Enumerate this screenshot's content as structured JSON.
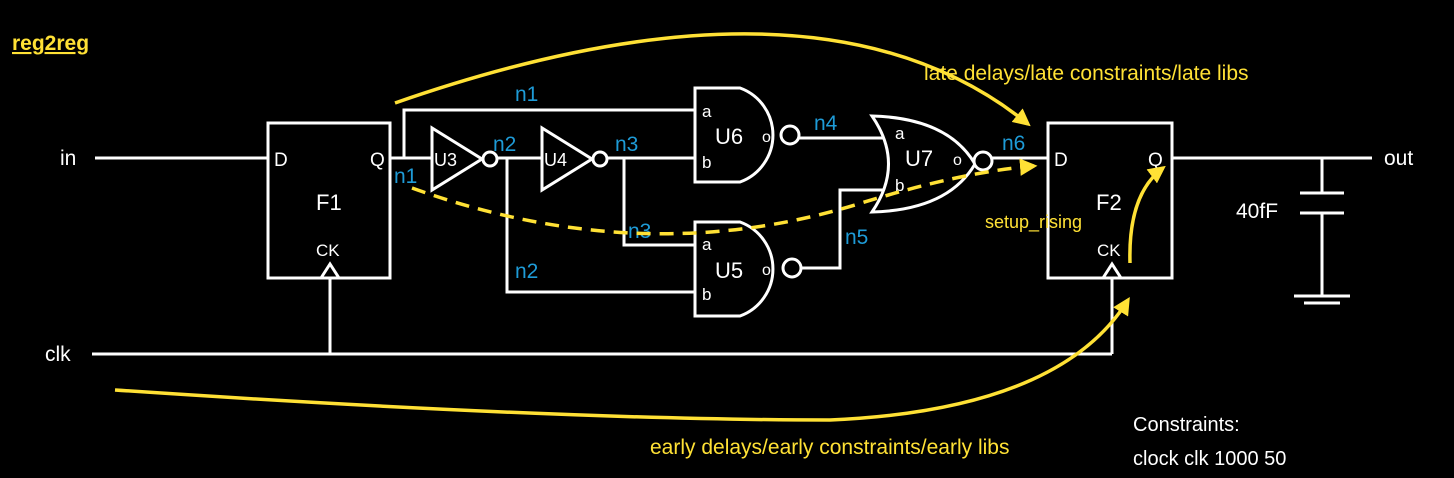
{
  "title": "reg2reg",
  "ports": {
    "in": "in",
    "clk": "clk",
    "out": "out"
  },
  "flops": [
    {
      "name": "F1",
      "d": "D",
      "q": "Q",
      "ck": "CK"
    },
    {
      "name": "F2",
      "d": "D",
      "q": "Q",
      "ck": "CK"
    }
  ],
  "gates": {
    "u3": "U3",
    "u4": "U4",
    "u5": {
      "name": "U5",
      "a": "a",
      "b": "b",
      "o": "o"
    },
    "u6": {
      "name": "U6",
      "a": "a",
      "b": "b",
      "o": "o"
    },
    "u7": {
      "name": "U7",
      "a": "a",
      "b": "b",
      "o": "o"
    }
  },
  "nets": {
    "n1_top": "n1",
    "n1_q": "n1",
    "n2_u3": "n2",
    "n2_bottom": "n2",
    "n3_u4": "n3",
    "n3_lower": "n3",
    "n4": "n4",
    "n5": "n5",
    "n6": "n6"
  },
  "capacitor": "40fF",
  "annotations": {
    "late": "late delays/late constraints/late libs",
    "early": "early delays/early constraints/early libs",
    "setup": "setup_rising"
  },
  "constraints": {
    "heading": "Constraints:",
    "line": "clock clk 1000 50"
  },
  "colors": {
    "wire": "#ffffff",
    "net_label": "#1e9bd7",
    "annotation": "#ffe135",
    "background": "#000000"
  }
}
